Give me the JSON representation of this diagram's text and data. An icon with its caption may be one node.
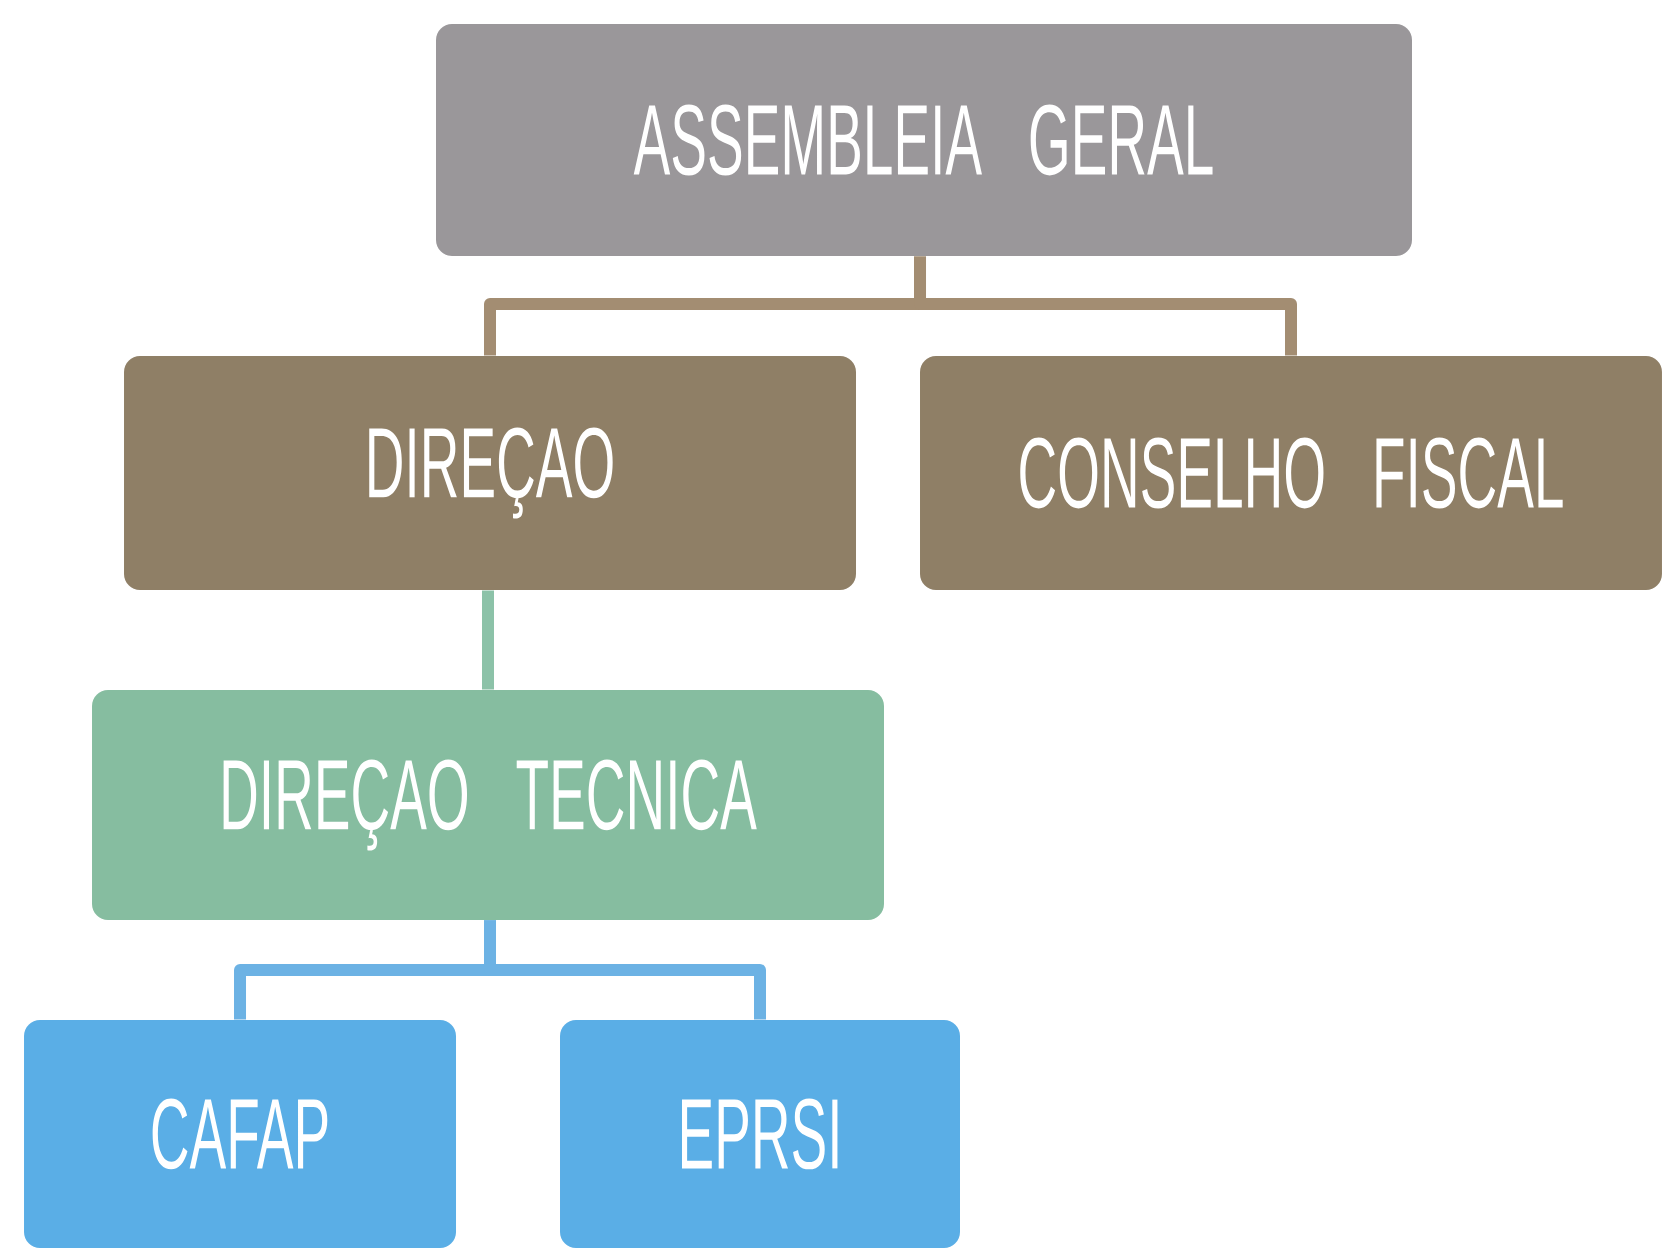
{
  "diagram": {
    "nodes": [
      {
        "text": [
          "ASSEMBLEIA GERAL"
        ]
      },
      {
        "text": [
          "DIREÇAO"
        ]
      },
      {
        "text": [
          "CONSELHO FISCAL"
        ]
      },
      {
        "text": [
          "DIREÇAO TECNICA"
        ]
      },
      {
        "text": [
          "CAFAP"
        ]
      },
      {
        "text": [
          "EPRSI"
        ]
      }
    ],
    "edges": [
      {
        "from": 0,
        "to": 1,
        "arrow": "none",
        "color": "#a38d72"
      },
      {
        "from": 0,
        "to": 2,
        "arrow": "none",
        "color": "#a38d72"
      },
      {
        "from": 1,
        "to": 3,
        "arrow": "none",
        "color": "#8cc2a8"
      },
      {
        "from": 3,
        "to": 4,
        "arrow": "none",
        "color": "#6cb2e4"
      },
      {
        "from": 3,
        "to": 5,
        "arrow": "none",
        "color": "#6cb2e4"
      }
    ]
  }
}
